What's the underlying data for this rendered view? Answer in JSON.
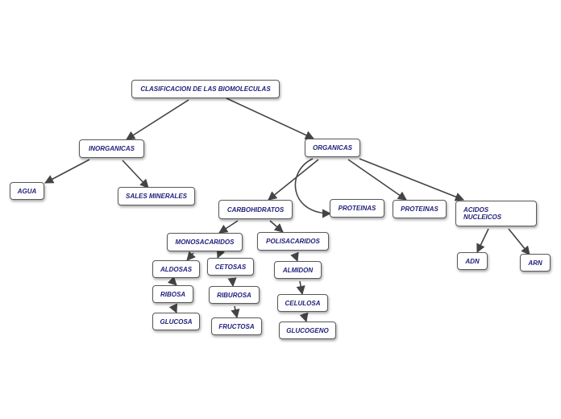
{
  "colors": {
    "text": "#1f1f7a",
    "border": "#5a5a5a",
    "edge": "#444444"
  },
  "nodes": {
    "root": "CLASIFICACION DE LAS BIOMOLECULAS",
    "inorganicas": "INORGANICAS",
    "organicas": "ORGANICAS",
    "agua": "AGUA",
    "sales": "SALES MINERALES",
    "carbohidratos": "CARBOHIDRATOS",
    "proteinas1": "PROTEINAS",
    "proteinas2": "PROTEINAS",
    "acidos": "ACIDOS NUCLEICOS",
    "monosacaridos": "MONOSACARIDOS",
    "polisacaridos": "POLISACARIDOS",
    "aldosas": "ALDOSAS",
    "cetosas": "CETOSAS",
    "almidon": "ALMIDON",
    "ribosa": "RIBOSA",
    "riburosa": "RIBUROSA",
    "celulosa": "CELULOSA",
    "glucosa": "GLUCOSA",
    "fructosa": "FRUCTOSA",
    "glucogeno": "GLUCOGENO",
    "adn": "ADN",
    "arn": "ARN"
  }
}
